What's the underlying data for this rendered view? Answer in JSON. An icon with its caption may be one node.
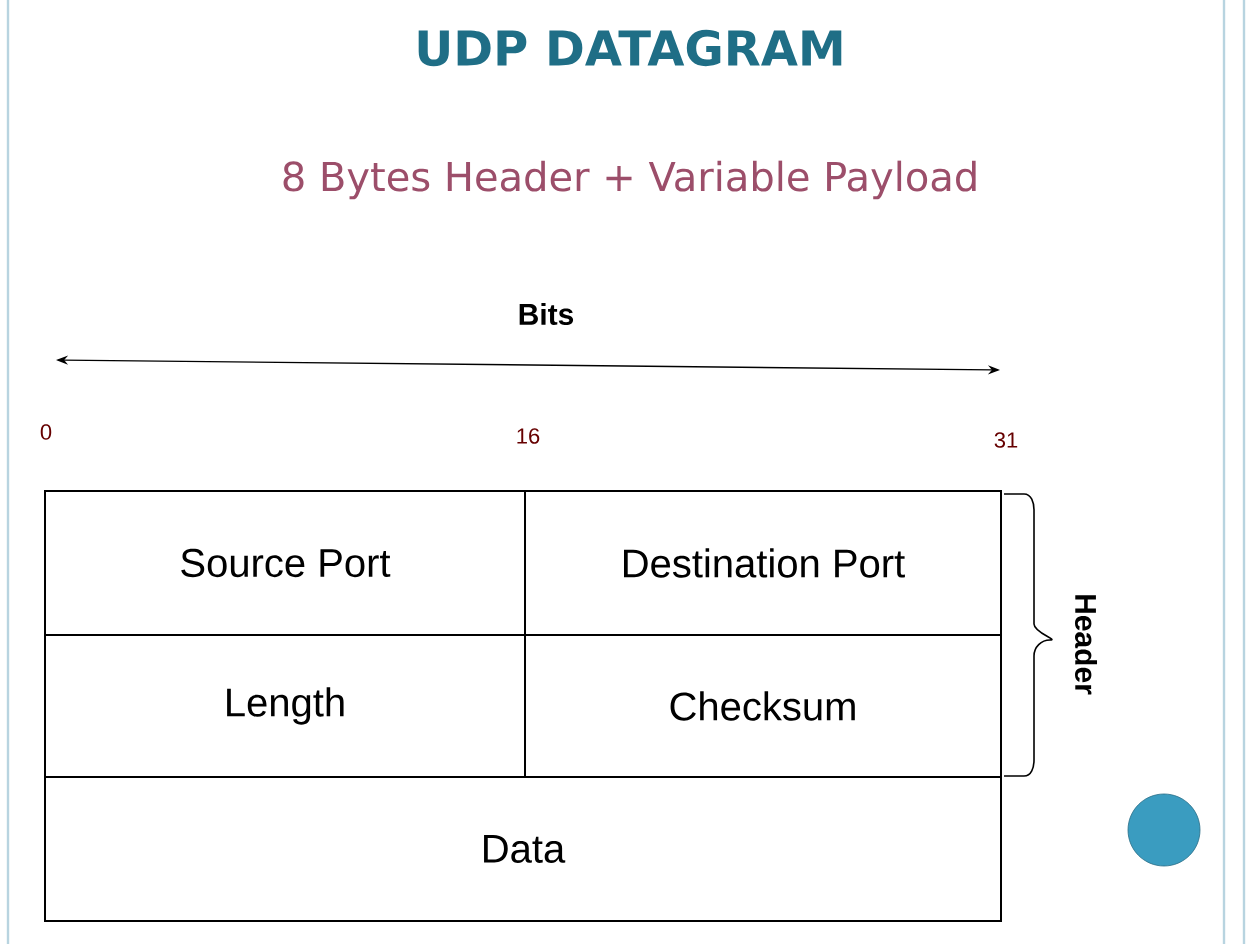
{
  "diagram": {
    "title": "UDP DATAGRAM",
    "nodes": [
      {
        "text": [
          "Source Port"
        ]
      },
      {
        "text": [
          "Destination Port"
        ]
      },
      {
        "text": [
          "Length"
        ]
      },
      {
        "text": [
          "Checksum"
        ]
      },
      {
        "text": [
          "Data"
        ]
      }
    ],
    "labels": [
      "8 Bytes Header + Variable Payload",
      "Bits",
      "0",
      "16",
      "31",
      "Header"
    ]
  }
}
